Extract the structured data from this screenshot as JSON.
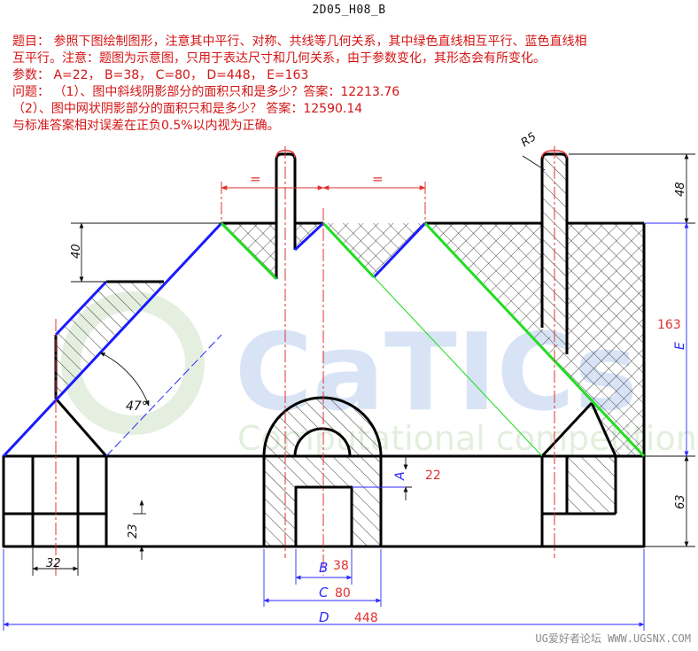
{
  "header": {
    "code": "2D05_H08_B"
  },
  "problem": {
    "line1": "题目： 参照下图绘制图形，注意其中平行、对称、共线等几何关系，其中绿色直线相互平行、蓝色直线相",
    "line2": "互平行。注意：题图为示意图，只用于表达尺寸和几何关系，由于参数变化，其形态会有所变化。",
    "params": "参数： A=22， B=38， C=80， D=448， E=163",
    "q1": "问题： （1）、图中斜线阴影部分的面积只和是多少？答案：12213.76",
    "q2": " （2）、图中网状阴影部分的面积只和是多少？  答案：12590.14",
    "tolerance": "与标准答案相对误差在正负0.5%以内视为正确。"
  },
  "dimensions": {
    "r5": "R5",
    "d48": "48",
    "d40": "40",
    "angle": "47°",
    "e_label": "E",
    "e_value": "163",
    "a_label": "A",
    "a_value": "22",
    "d63": "63",
    "d23": "23",
    "d32": "32",
    "b_label": "B",
    "b_value": "38",
    "c_label": "C",
    "c_value": "80",
    "d_label": "D",
    "d_value": "448",
    "equal1": "=",
    "equal2": "="
  },
  "watermark": {
    "main": "CaTICs",
    "sub": "Computational competition"
  },
  "footer": {
    "text": "UG爱好者论坛 WWW.UGSNX.COM"
  },
  "colors": {
    "blue": "#1a1aff",
    "green": "#22dd22",
    "red": "#e23030",
    "dim": "#111111"
  }
}
